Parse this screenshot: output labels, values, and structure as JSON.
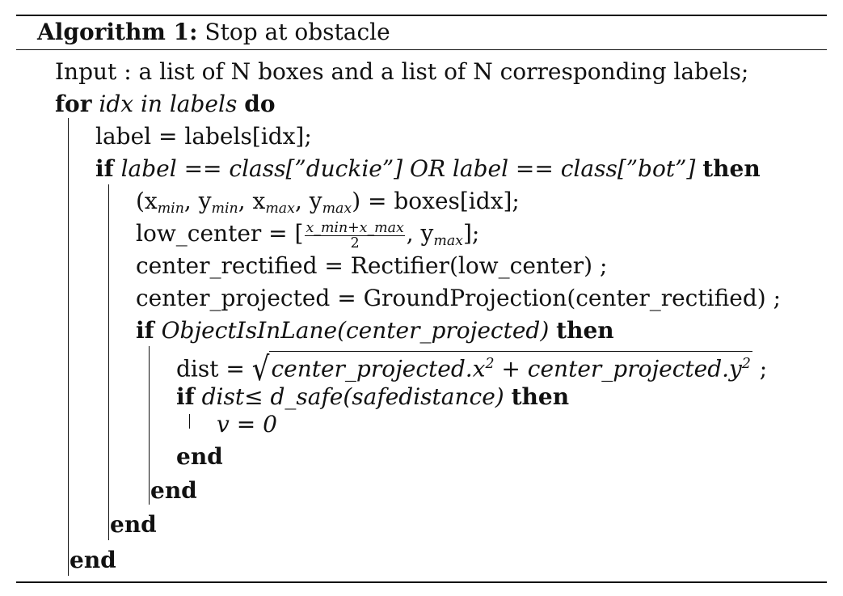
{
  "algorithm": {
    "label": "Algorithm 1:",
    "title": "Stop at obstacle"
  },
  "lines": {
    "input": "Input : a list of N boxes and a list of N corresponding labels;",
    "for_keyword": "for",
    "for_condition": "idx in labels",
    "do_keyword": "do",
    "label_assign": "label = labels[idx];",
    "if1_keyword": "if",
    "if1_condition": "label == class[”duckie”] OR label == class[”bot”]",
    "then_keyword": "then",
    "boxes_open": "(x",
    "boxes_sub_min": "min",
    "boxes_y": ", y",
    "boxes_x2": ", x",
    "boxes_sub_max": "max",
    "boxes_close": ") = boxes[idx];",
    "low_center_prefix": "low_center = [",
    "frac_numerator": "x_min+x_max",
    "frac_denominator": "2",
    "low_center_suffix_y": ", y",
    "low_center_end": "];",
    "center_rectified": "center_rectified = Rectifier(low_center) ;",
    "center_projected": "center_projected = GroundProjection(center_rectified) ;",
    "if2_condition": "ObjectIsInLane(center_projected)",
    "dist_prefix": "dist = ",
    "dist_radicand_a": "center_projected.x",
    "dist_radicand_plus": " + ",
    "dist_radicand_b": "center_projected.y",
    "superscript_two": "2",
    "semicolon": ";",
    "if3_condition_a": "dist",
    "if3_condition_b": "≤ d_safe(safedistance)",
    "v_assign": "v = 0",
    "end_keyword": "end"
  }
}
